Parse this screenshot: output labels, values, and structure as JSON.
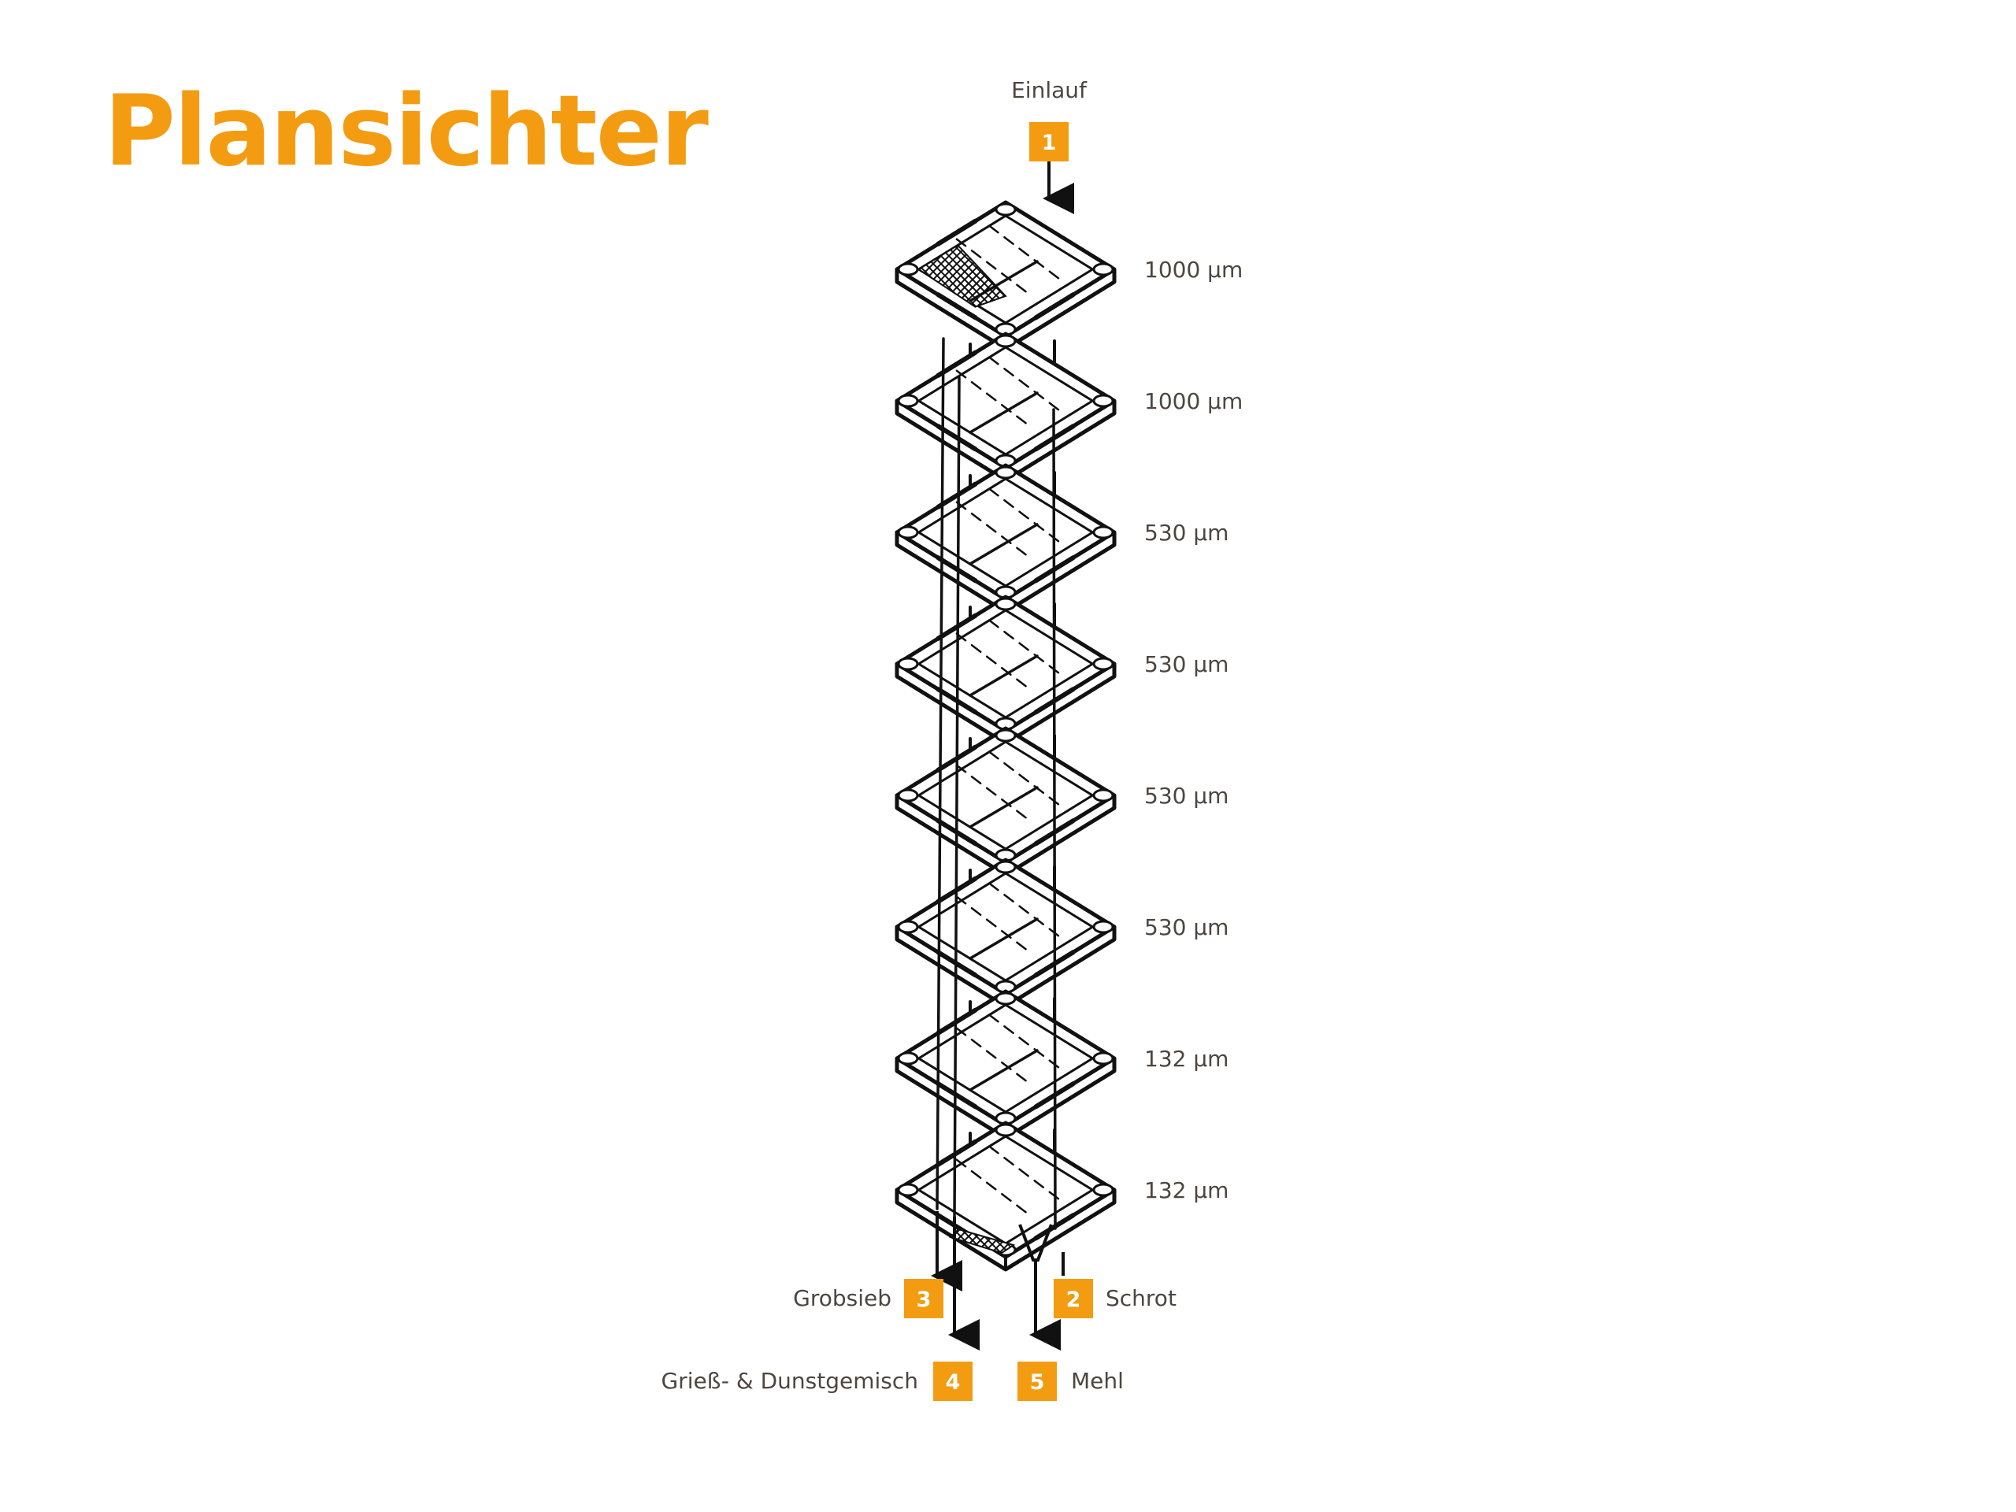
{
  "title": "Plansichter",
  "inlet": {
    "label": "Einlauf",
    "number": "1"
  },
  "sieves": [
    {
      "mesh": "1000 µm"
    },
    {
      "mesh": "1000 µm"
    },
    {
      "mesh": "530 µm"
    },
    {
      "mesh": "530 µm"
    },
    {
      "mesh": "530 µm"
    },
    {
      "mesh": "530 µm"
    },
    {
      "mesh": "132 µm"
    },
    {
      "mesh": "132 µm"
    }
  ],
  "outlets": [
    {
      "number": "3",
      "label": "Grobsieb"
    },
    {
      "number": "2",
      "label": "Schrot"
    },
    {
      "number": "4",
      "label": "Grieß- & Dunstgemisch"
    },
    {
      "number": "5",
      "label": "Mehl"
    }
  ],
  "colors": {
    "accent": "#F39C12",
    "text": "#4d4640",
    "line": "#111111"
  }
}
